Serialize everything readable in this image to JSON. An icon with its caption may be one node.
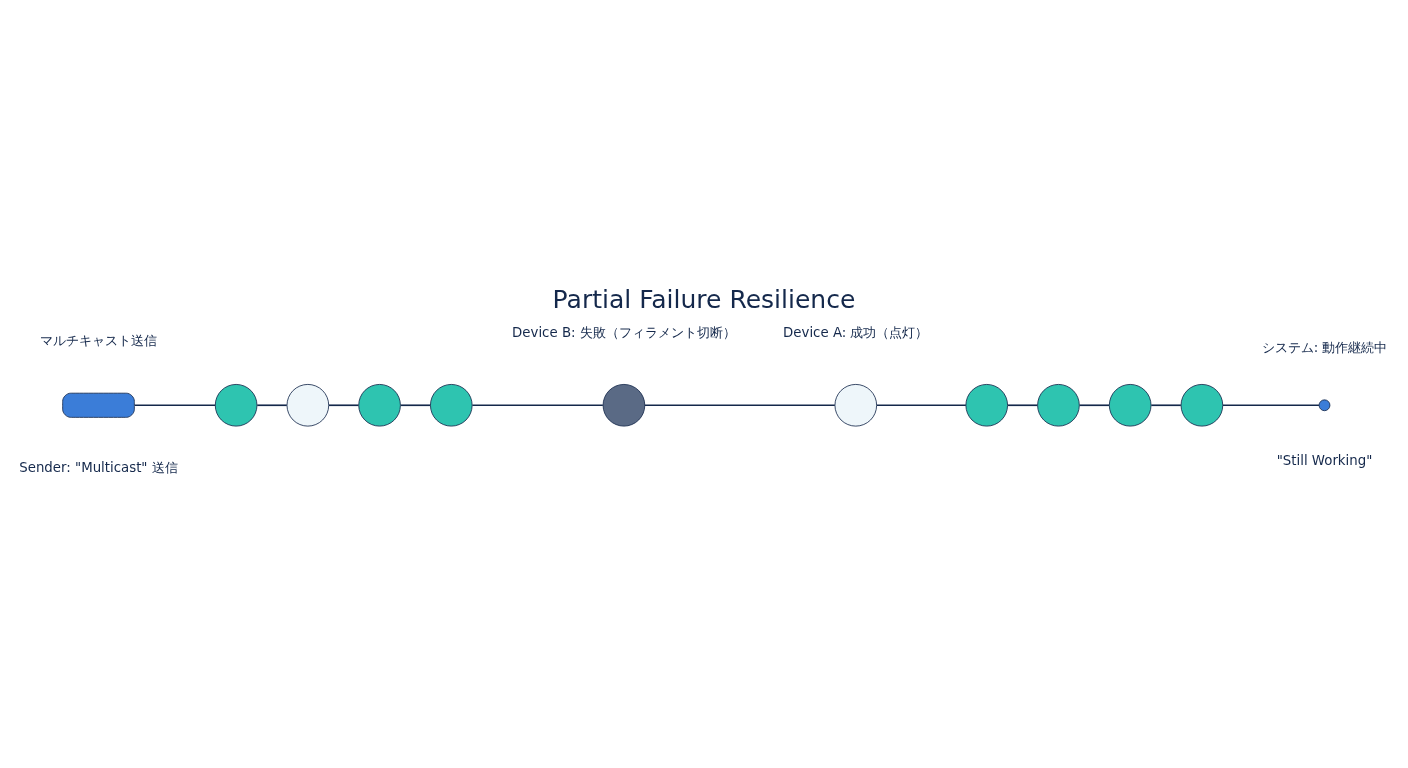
{
  "diagram": {
    "title": "Partial Failure Resilience",
    "nodes": [
      {
        "text": [],
        "shape": "box",
        "beside": [
          "マルチキャスト送信",
          "Sender: \"Multicast\" 送信"
        ]
      },
      {
        "text": [],
        "shape": "circle"
      },
      {
        "text": [],
        "shape": "circle"
      },
      {
        "text": [],
        "shape": "circle"
      },
      {
        "text": [],
        "shape": "circle"
      },
      {
        "text": [],
        "shape": "circle",
        "beside": [
          "Device B: 失敗（フィラメント切断）"
        ]
      },
      {
        "text": [],
        "shape": "circle",
        "beside": [
          "Device A: 成功（点灯）"
        ]
      },
      {
        "text": [],
        "shape": "circle"
      },
      {
        "text": [],
        "shape": "circle"
      },
      {
        "text": [],
        "shape": "circle"
      },
      {
        "text": [],
        "shape": "circle"
      },
      {
        "text": [],
        "shape": "circle",
        "beside": [
          "システム: 動作継続中",
          "\"Still Working\""
        ]
      }
    ],
    "edges": [
      {
        "from": 0,
        "to": 1,
        "arrow": "none"
      },
      {
        "from": 1,
        "to": 2,
        "arrow": "none"
      },
      {
        "from": 2,
        "to": 3,
        "arrow": "none"
      },
      {
        "from": 3,
        "to": 4,
        "arrow": "none"
      },
      {
        "from": 4,
        "to": 5,
        "arrow": "none"
      },
      {
        "from": 5,
        "to": 6,
        "arrow": "none"
      },
      {
        "from": 6,
        "to": 7,
        "arrow": "none"
      },
      {
        "from": 7,
        "to": 8,
        "arrow": "none"
      },
      {
        "from": 8,
        "to": 9,
        "arrow": "none"
      },
      {
        "from": 9,
        "to": 10,
        "arrow": "none"
      },
      {
        "from": 10,
        "to": 11,
        "arrow": "none"
      }
    ]
  }
}
